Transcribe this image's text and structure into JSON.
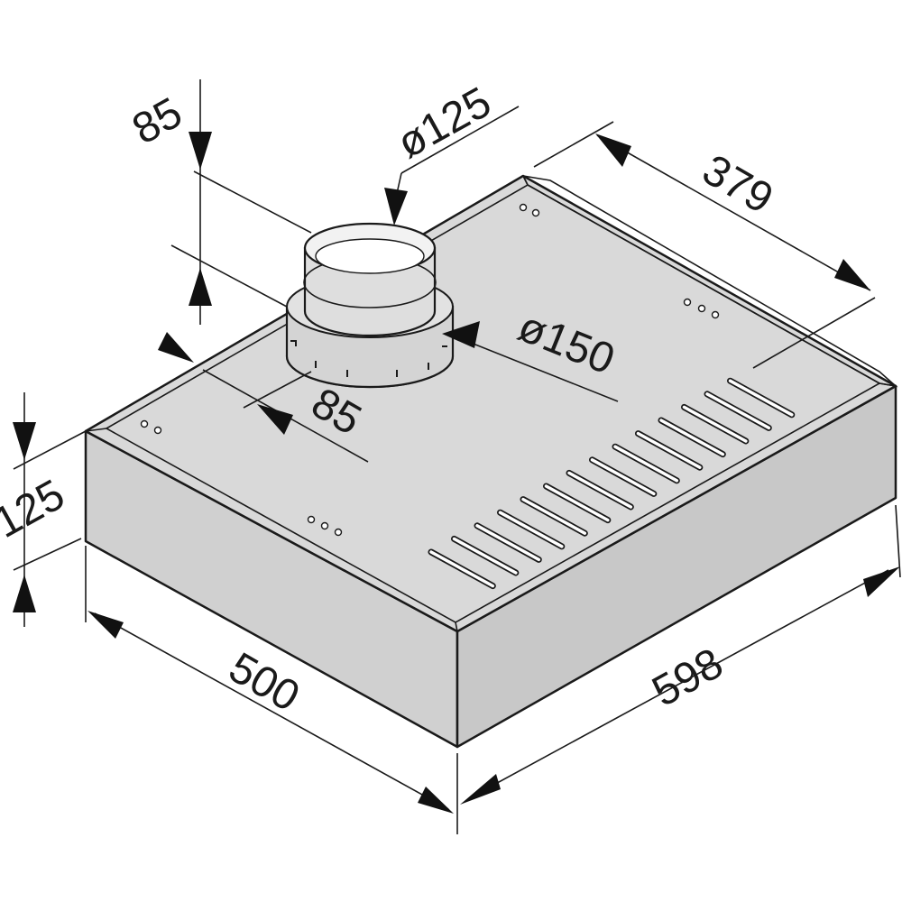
{
  "drawing": {
    "colors": {
      "top": "#d9d9d9",
      "front": "#d0d0d0",
      "right": "#c8c8c8",
      "rim": "#e4e4e4",
      "outline": "#1a1a1a",
      "slot": "#ffffff"
    },
    "dimensions": {
      "width_label": "598",
      "depth_label": "500",
      "height_label": "125",
      "duct_diameter_label": "ø125",
      "collar_diameter_label": "ø150",
      "duct_offset_back_label": "85",
      "duct_offset_side_label": "85",
      "back_depth_label": "379"
    }
  }
}
